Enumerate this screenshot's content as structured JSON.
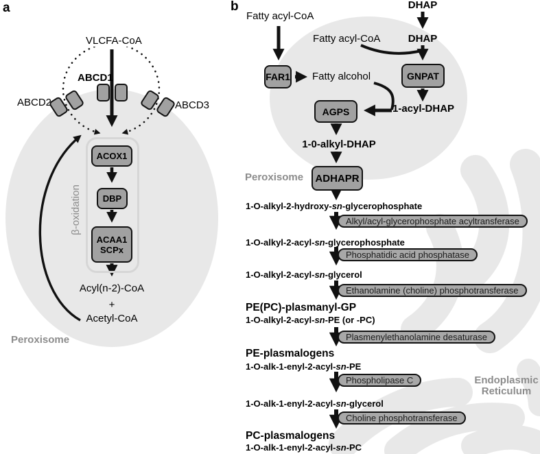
{
  "colors": {
    "organelle_fill": "#e8e8e8",
    "box_fill": "#a1a1a1",
    "pill_fill": "#a8a8a8",
    "outline": "#111111",
    "muted_label": "#8c8c8c",
    "module_border": "#d6d6d6"
  },
  "panel_a": {
    "label": "a",
    "substrate": "VLCFA-CoA",
    "transporters": {
      "abcd1": "ABCD1",
      "abcd2": "ABCD2",
      "abcd3": "ABCD3"
    },
    "module_label": "β-oxidation",
    "enzymes": {
      "acox1": "ACOX1",
      "dbp": "DBP",
      "acaa1": "ACAA1",
      "scpx": "SCPx"
    },
    "products": {
      "line1": "Acyl(n-2)-CoA",
      "plus": "+",
      "line2": "Acetyl-CoA"
    },
    "organelle": "Peroxisome"
  },
  "panel_b": {
    "label": "b",
    "fatty_acyl_coa_1": "Fatty acyl-CoA",
    "fatty_acyl_coa_2": "Fatty acyl-CoA",
    "dhap_top": "DHAP",
    "dhap_inside": "DHAP",
    "fatty_alcohol": "Fatty alcohol",
    "acyl_dhap": "1-acyl-DHAP",
    "alkyl_dhap": "1-0-alkyl-DHAP",
    "enzyme_boxes": {
      "far1": "FAR1",
      "gnpat": "GNPAT",
      "agps": "AGPS",
      "adhapr": "ADHAPR"
    },
    "peroxisome": "Peroxisome",
    "er": {
      "line1": "Endoplasmic",
      "line2": "Reticulum"
    },
    "metabolites": {
      "m1": {
        "pre": "1-O-alkyl-2-hydroxy-",
        "sn": "sn",
        "post": "-glycerophosphate"
      },
      "m2": {
        "pre": "1-O-alkyl-2-acyl-",
        "sn": "sn",
        "post": "-glycerophosphate"
      },
      "m3": {
        "pre": "1-O-alkyl-2-acyl-",
        "sn": "sn",
        "post": "-glycerol"
      },
      "m4": {
        "title": "PE(PC)-plasmanyl-GP",
        "pre": "1-O-alkyl-2-acyl-",
        "sn": "sn",
        "post": "-PE (or -PC)"
      },
      "m5": {
        "title": "PE-plasmalogens",
        "pre": "1-O-alk-1-enyl-2-acyl-",
        "sn": "sn",
        "post": "-PE"
      },
      "m6": {
        "pre": "1-O-alk-1-enyl-2-acyl-",
        "sn": "sn",
        "post": "-glycerol"
      },
      "m7": {
        "title": "PC-plasmalogens",
        "pre": "1-O-alk-1-enyl-2-acyl-",
        "sn": "sn",
        "post": "-PC"
      }
    },
    "enzyme_pills": [
      "Alkyl/acyl-glycerophosphate acyltransferase",
      "Phosphatidic acid phosphatase",
      "Ethanolamine (choline) phosphotransferase",
      "Plasmenylethanolamine desaturase",
      "Phospholipase C",
      "Choline phosphotransferase"
    ]
  }
}
